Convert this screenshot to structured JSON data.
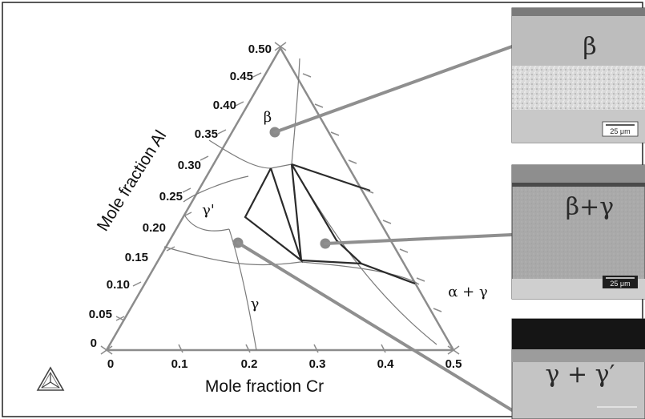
{
  "diagram": {
    "x_axis_title": "Mole fraction Cr",
    "y_axis_title": "Mole fraction Al",
    "al_ticks": [
      "0",
      "0.05",
      "0.10",
      "0.15",
      "0.20",
      "0.25",
      "0.30",
      "0.35",
      "0.40",
      "0.45",
      "0.50"
    ],
    "cr_ticks": [
      "0",
      "0.1",
      "0.2",
      "0.3",
      "0.4",
      "0.5"
    ],
    "phase_labels": {
      "beta": "β",
      "gamma_prime": "γ'",
      "gamma": "γ",
      "alpha_gamma": "α + γ"
    },
    "logo_icon": "triangle-logo-icon"
  },
  "micrographs": [
    {
      "label": "β",
      "scale_bar": "25 μm"
    },
    {
      "label": "β+γ",
      "scale_bar": "25 μm"
    },
    {
      "label": "γ + γ′",
      "scale_bar": ""
    }
  ]
}
